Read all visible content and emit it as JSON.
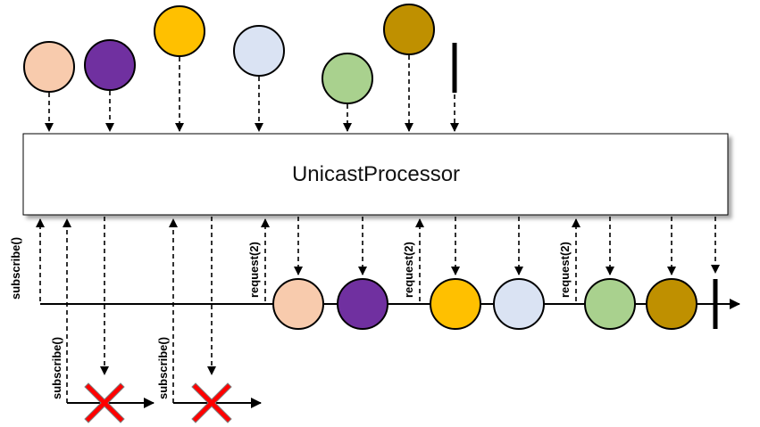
{
  "processor": {
    "label": "UnicastProcessor"
  },
  "colors": {
    "peach": "#F8CBAD",
    "purple": "#7030A0",
    "yellow": "#FFC000",
    "lightblue": "#DAE3F3",
    "green": "#A9D18E",
    "olive": "#BF9000",
    "cross": "#FF0000"
  },
  "labels": {
    "subscribe": "subscribe()",
    "request": "request(2)"
  },
  "upstream": [
    {
      "color": "peach"
    },
    {
      "color": "purple"
    },
    {
      "color": "yellow"
    },
    {
      "color": "lightblue"
    },
    {
      "color": "green"
    },
    {
      "color": "olive"
    }
  ],
  "downstream": [
    {
      "color": "peach"
    },
    {
      "color": "purple"
    },
    {
      "color": "yellow"
    },
    {
      "color": "lightblue"
    },
    {
      "color": "green"
    },
    {
      "color": "olive"
    }
  ],
  "icons": {
    "completion": "completion-bar-icon",
    "error": "error-cross-icon",
    "arrowhead": "arrowhead-icon"
  }
}
